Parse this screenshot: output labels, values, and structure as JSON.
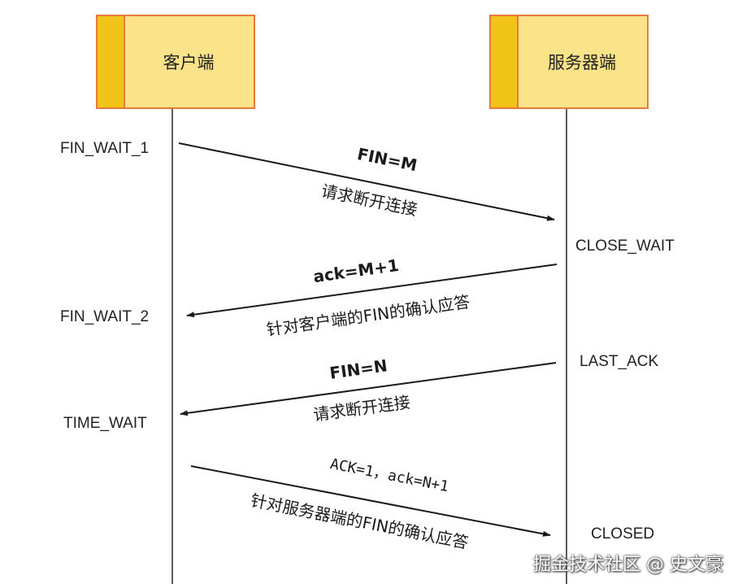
{
  "client": {
    "label": "客户端"
  },
  "server": {
    "label": "服务器端"
  },
  "client_states": [
    "FIN_WAIT_1",
    "FIN_WAIT_2",
    "TIME_WAIT"
  ],
  "server_states": [
    "CLOSE_WAIT",
    "LAST_ACK",
    "CLOSED"
  ],
  "messages": [
    {
      "top": "FIN=M",
      "bottom": "请求断开连接",
      "direction": "client-to-server"
    },
    {
      "top": "ack=M+1",
      "bottom": "针对客户端的FIN的确认应答",
      "direction": "server-to-client"
    },
    {
      "top": "FIN=N",
      "bottom": "请求断开连接",
      "direction": "server-to-client"
    },
    {
      "top": "ACK=1，ack=N+1",
      "bottom": "针对服务器端的FIN的确认应答",
      "direction": "client-to-server"
    }
  ],
  "watermark": "掘金技术社区 @ 史文豪",
  "colors": {
    "box_fill": "#fbe38a",
    "box_strip": "#f1c419",
    "box_border": "#e67a3c",
    "line": "#1a1a1a"
  }
}
